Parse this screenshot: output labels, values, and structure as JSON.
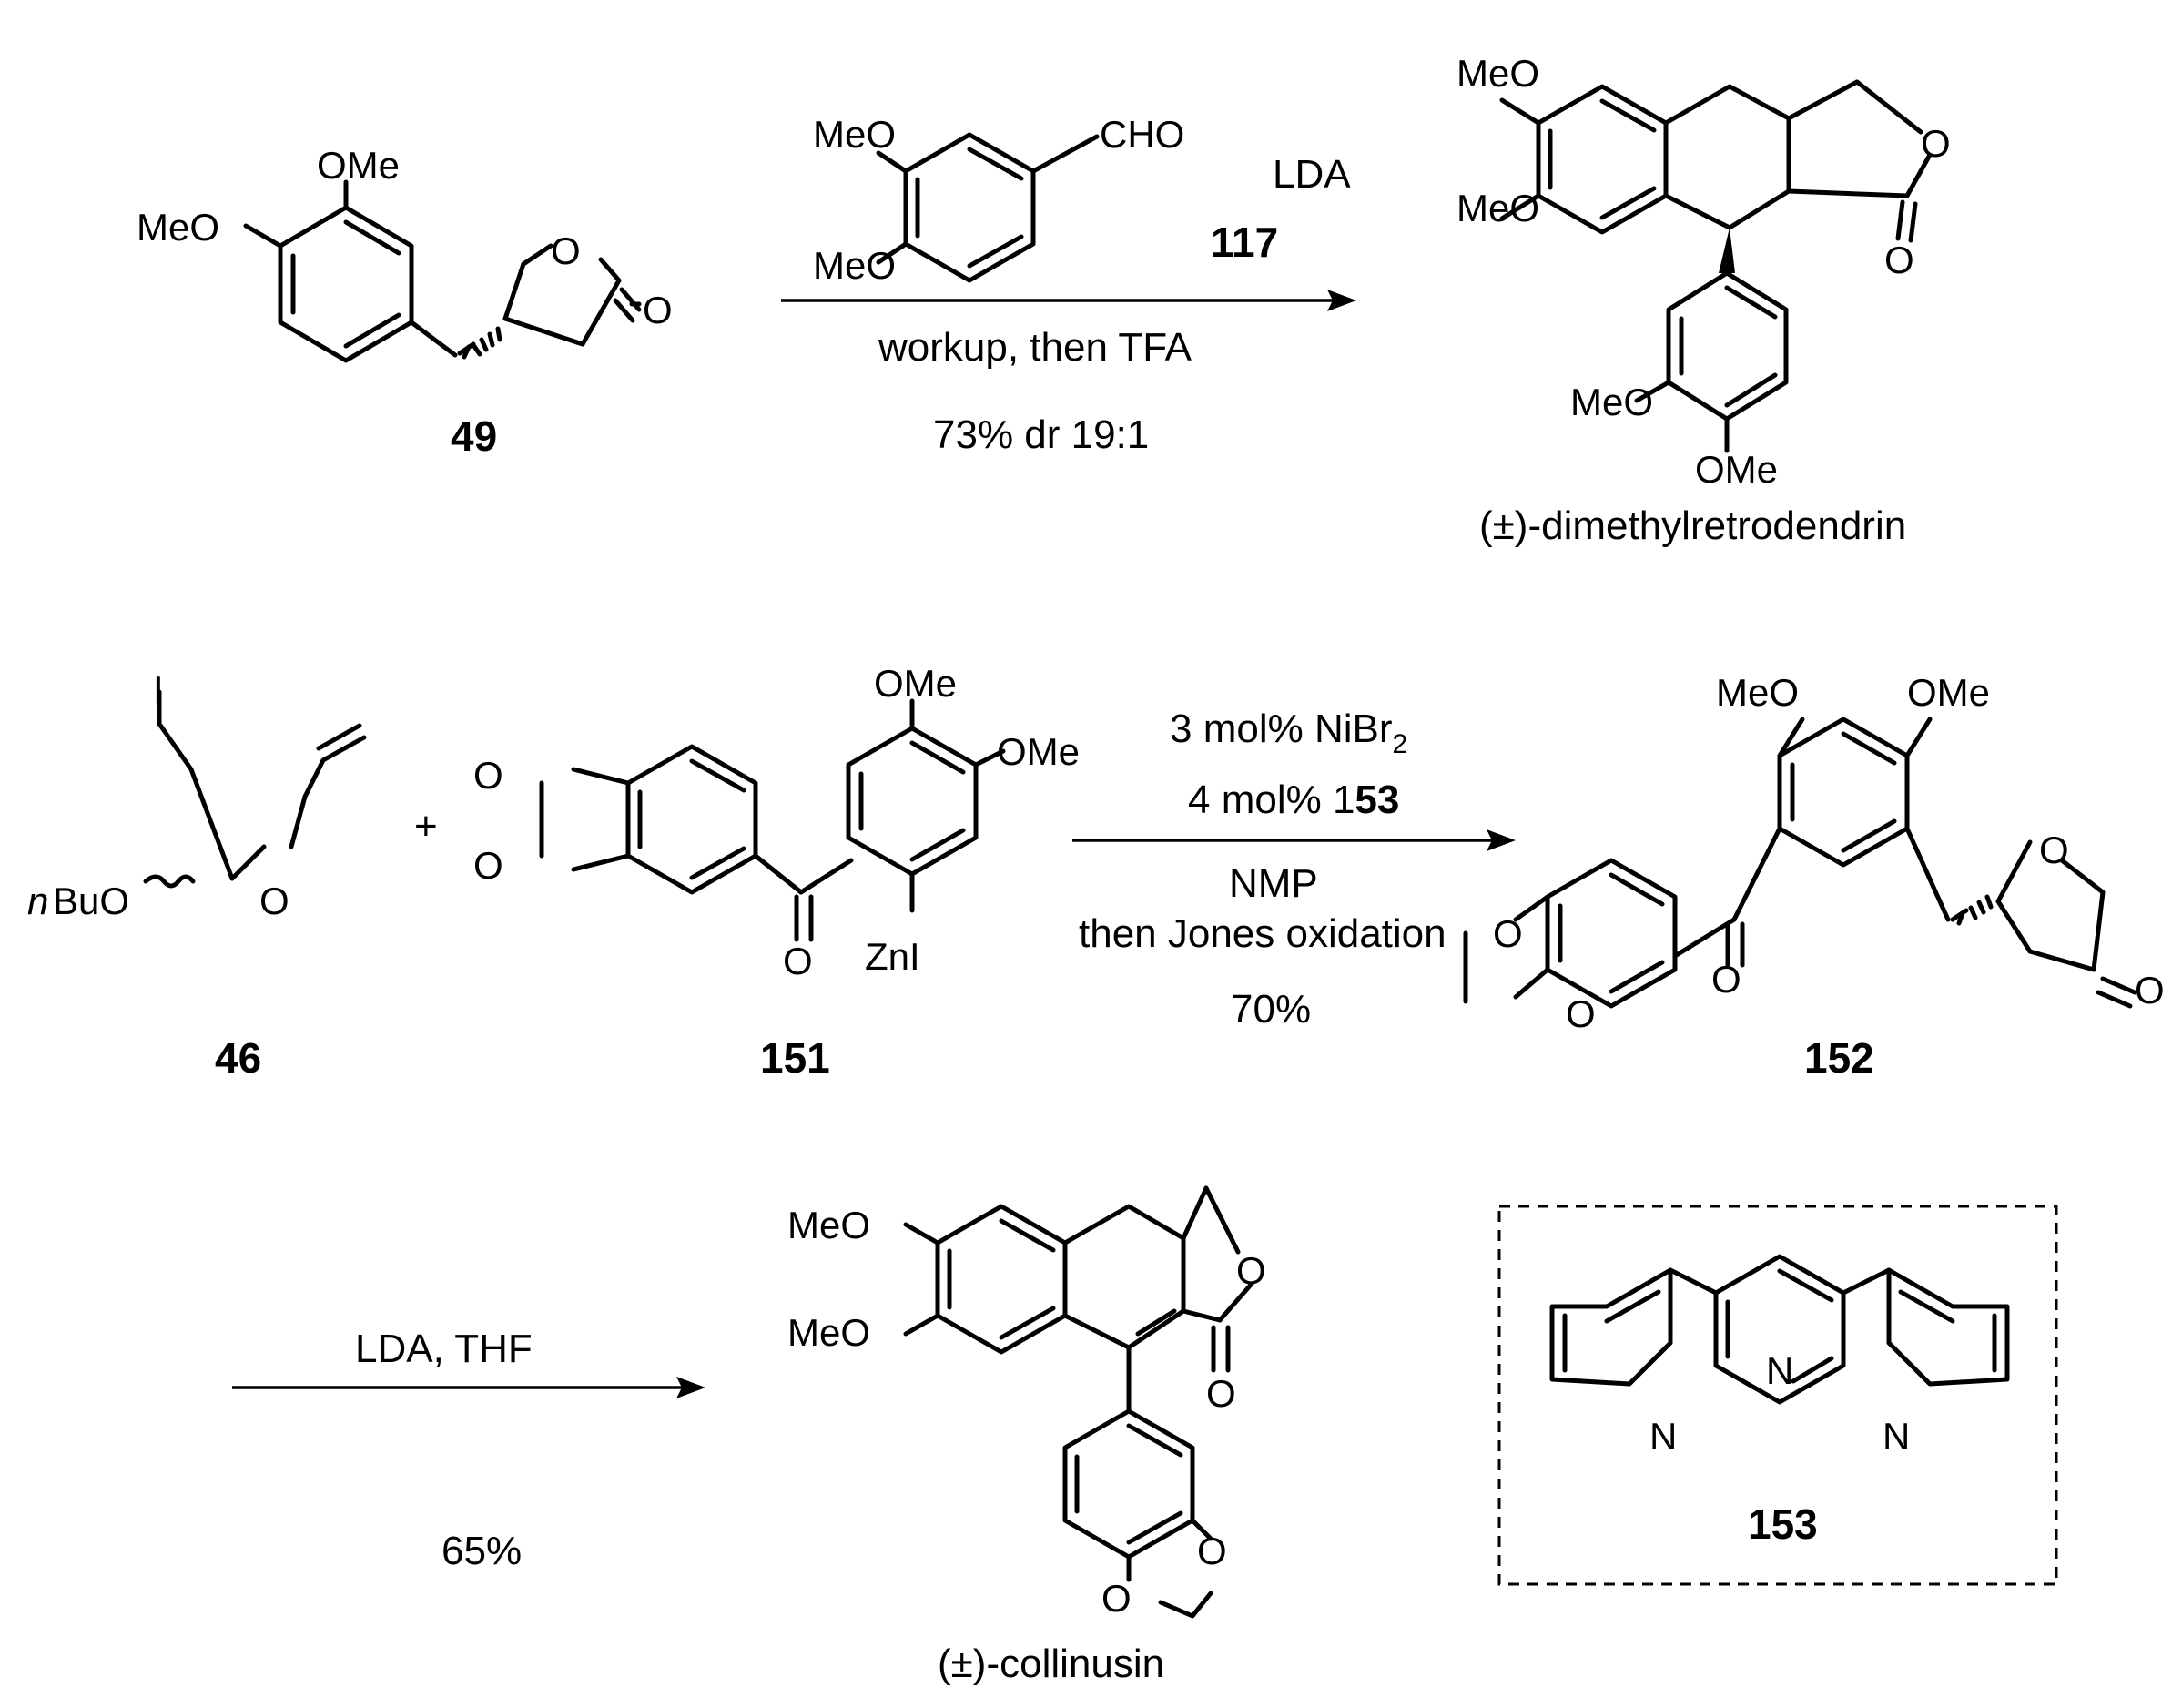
{
  "atoms": {
    "MeO": "MeO",
    "OMe": "OMe",
    "O": "O",
    "CHO": "CHO",
    "I": "I",
    "N": "N",
    "ZnI": "ZnI",
    "nBu_italic": "n",
    "nBuO_rest": "BuO",
    "plus": "+"
  },
  "compounds": {
    "c49": "49",
    "c117": "117",
    "c46": "46",
    "c151": "151",
    "c152": "152",
    "c153": "153",
    "dimethylretrodendrin": "(±)-dimethylretrodendrin",
    "collinusin": "(±)-collinusin"
  },
  "reaction1": {
    "reagent": "LDA",
    "conditions": "workup, then TFA",
    "yield": "73% dr 19:1"
  },
  "reaction2": {
    "line1_prefix": "3 mol% NiBr",
    "line1_sub": "2",
    "line2_prefix": "4 mol% 1",
    "line2_bold": "53",
    "line3": "NMP",
    "line4": "then Jones oxidation",
    "yield": "70%"
  },
  "reaction3": {
    "reagent": "LDA, THF",
    "yield": "65%"
  }
}
